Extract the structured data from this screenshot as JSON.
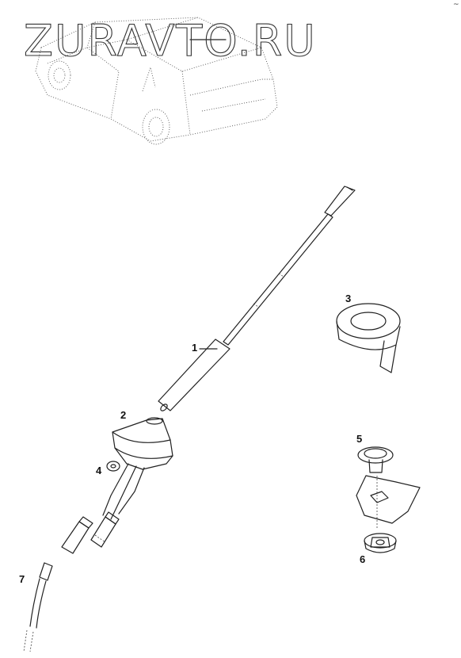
{
  "watermark": "ZURAVTO.RU",
  "corner_mark": "~",
  "callouts": [
    "1",
    "2",
    "3",
    "4",
    "5",
    "6",
    "7"
  ]
}
